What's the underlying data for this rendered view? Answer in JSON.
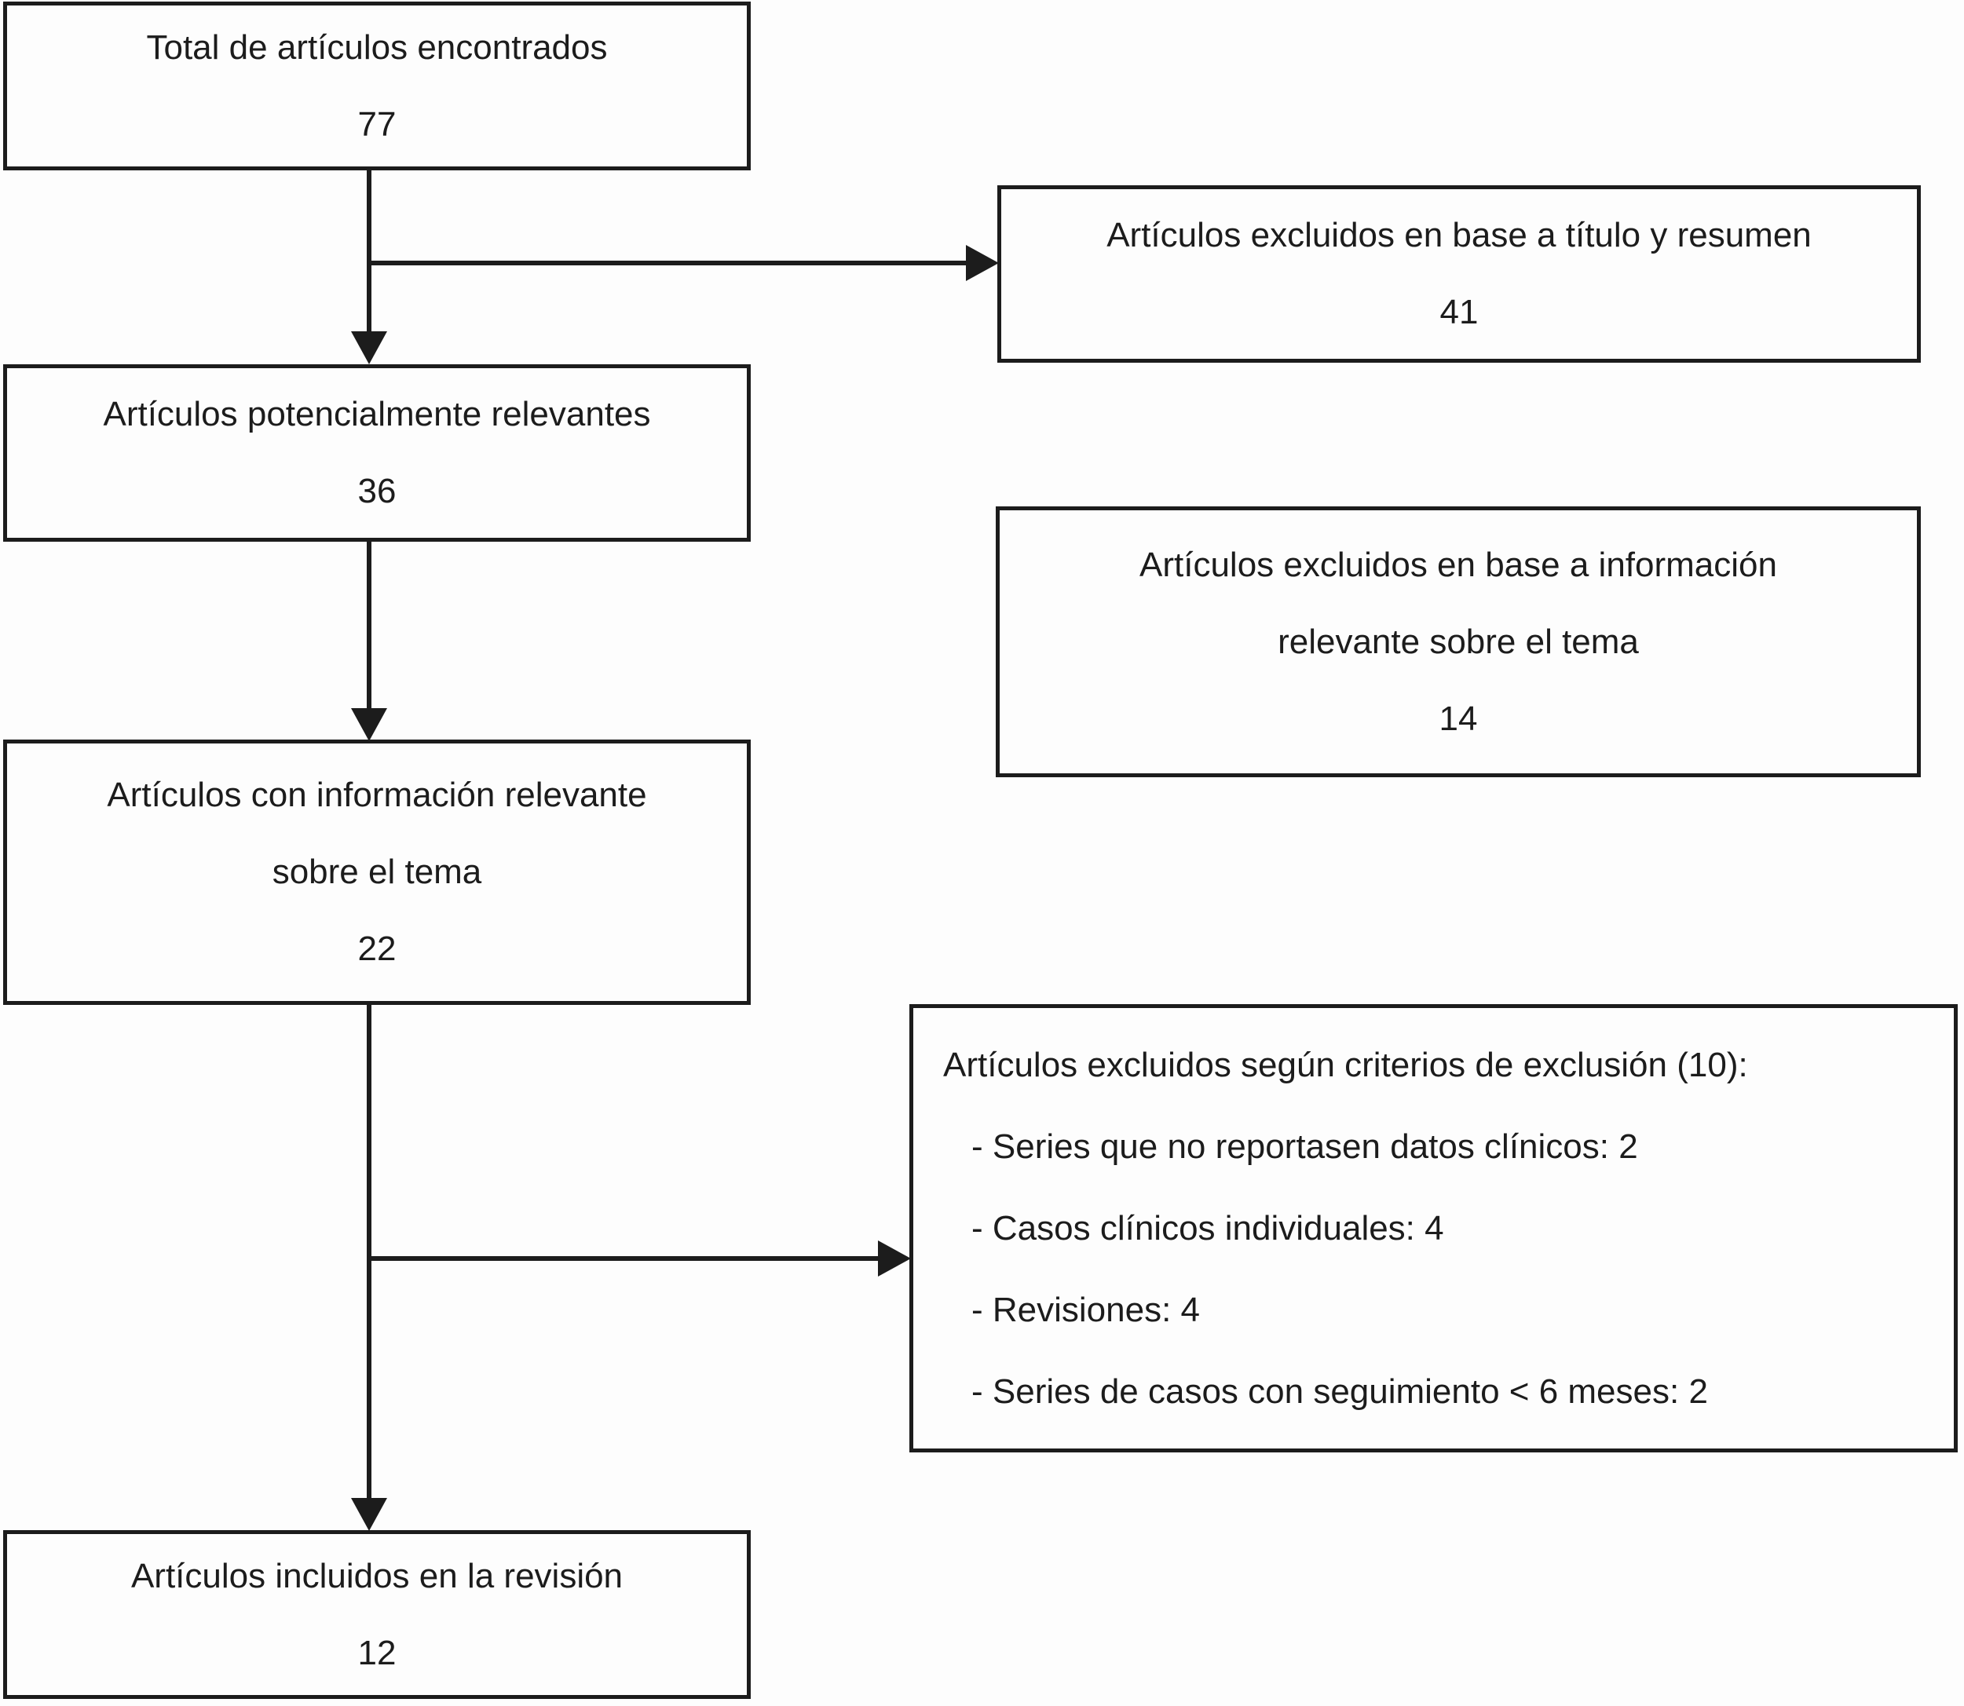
{
  "diagram": {
    "boxes": {
      "total_found": {
        "label": "Total de artículos encontrados",
        "count": "77"
      },
      "excluded_title_abstract": {
        "label": "Artículos excluidos en base a título y resumen",
        "count": "41"
      },
      "potentially_relevant": {
        "label": "Artículos potencialmente relevantes",
        "count": "36"
      },
      "excluded_no_relevant_info": {
        "label_line1": "Artículos excluidos en base a información",
        "label_line2": "relevante sobre el tema",
        "count": "14"
      },
      "relevant_info": {
        "label_line1": "Artículos con información relevante",
        "label_line2": "sobre el tema",
        "count": "22"
      },
      "exclusion_criteria": {
        "title": "Artículos excluidos según criterios de exclusión (10):",
        "items": [
          "- Series que no reportasen datos clínicos: 2",
          "- Casos clínicos individuales: 4",
          "- Revisiones: 4",
          "- Series de casos con seguimiento < 6 meses: 2"
        ]
      },
      "included_review": {
        "label": "Artículos incluidos en la revisión",
        "count": "12"
      }
    },
    "colors": {
      "line": "#1c1c1c",
      "background": "#fdfdfd",
      "text": "#1c1c1c"
    }
  }
}
